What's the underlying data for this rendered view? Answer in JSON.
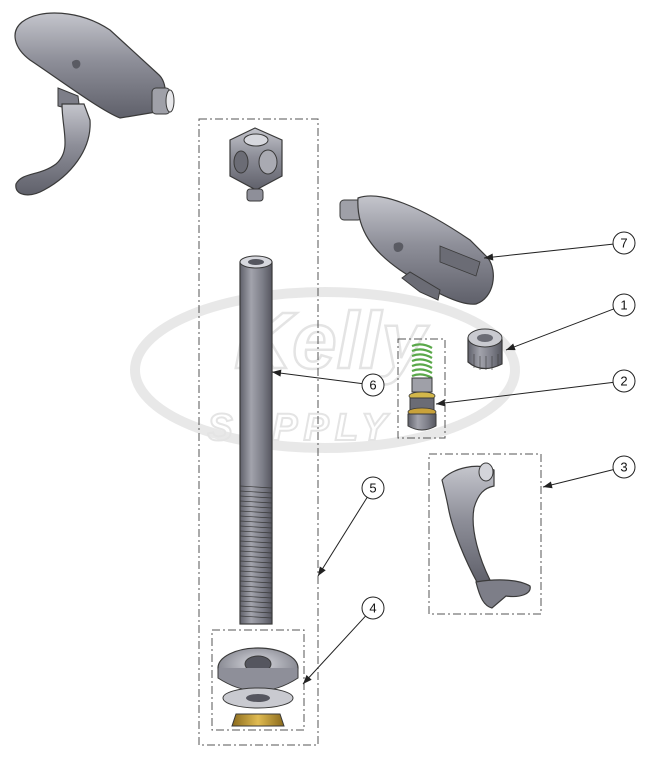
{
  "watermark": {
    "brand": "Kelly",
    "tagline": "SUPPLY",
    "color": "#d7d7d7"
  },
  "colors": {
    "part_body": "#8e8f99",
    "part_dark": "#6b6c75",
    "part_light": "#c9cad0",
    "outline": "#3a3a3a",
    "brass": "#c9a23a",
    "spring_green": "#5aa84a",
    "box_line": "#555555"
  },
  "callouts": [
    {
      "id": "callout-1",
      "label": "1",
      "part": "cap"
    },
    {
      "id": "callout-2",
      "label": "2",
      "part": "valve-cartridge"
    },
    {
      "id": "callout-3",
      "label": "3",
      "part": "lever-handle"
    },
    {
      "id": "callout-4",
      "label": "4",
      "part": "flange-and-nut"
    },
    {
      "id": "callout-5",
      "label": "5",
      "part": "riser-assembly"
    },
    {
      "id": "callout-6",
      "label": "6",
      "part": "threaded-riser-pipe"
    },
    {
      "id": "callout-7",
      "label": "7",
      "part": "spray-head-body"
    }
  ]
}
